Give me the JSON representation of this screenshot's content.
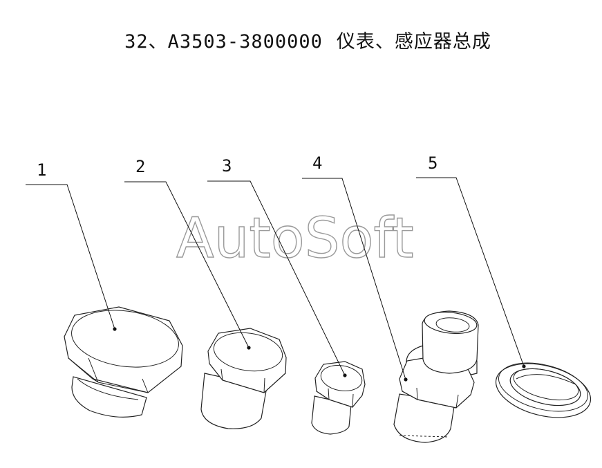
{
  "title": {
    "code": "32、A3503-3800000",
    "name": "仪表、感应器总成"
  },
  "watermark": "AutoSoft",
  "callouts": [
    {
      "id": "callout-1",
      "label": "1"
    },
    {
      "id": "callout-2",
      "label": "2"
    },
    {
      "id": "callout-3",
      "label": "3"
    },
    {
      "id": "callout-4",
      "label": "4"
    },
    {
      "id": "callout-5",
      "label": "5"
    }
  ]
}
